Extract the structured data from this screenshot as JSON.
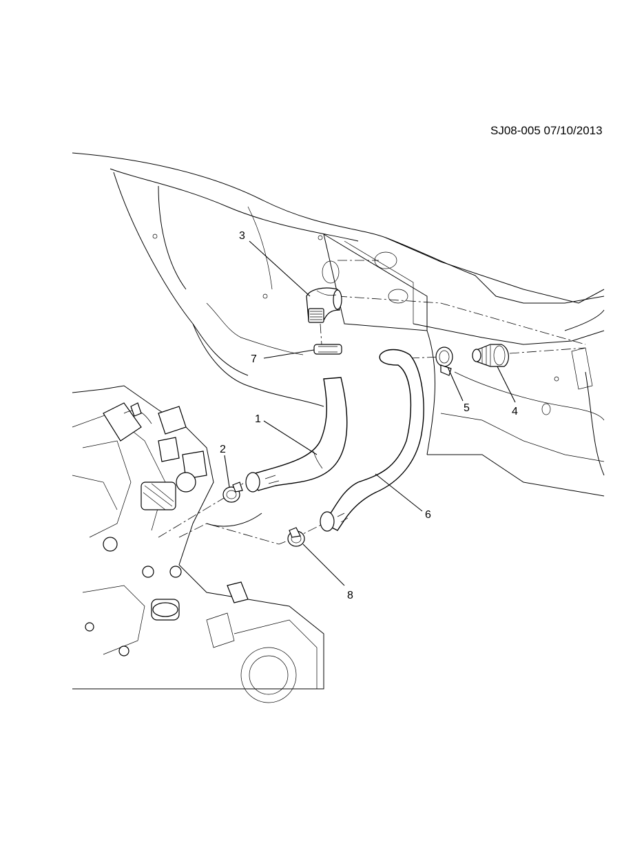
{
  "header": {
    "document_code": "SJ08-005 07/10/2013"
  },
  "callouts": [
    {
      "id": "1",
      "label": "1"
    },
    {
      "id": "2",
      "label": "2"
    },
    {
      "id": "3",
      "label": "3"
    },
    {
      "id": "4",
      "label": "4"
    },
    {
      "id": "5",
      "label": "5"
    },
    {
      "id": "6",
      "label": "6"
    },
    {
      "id": "7",
      "label": "7"
    },
    {
      "id": "8",
      "label": "8"
    }
  ]
}
